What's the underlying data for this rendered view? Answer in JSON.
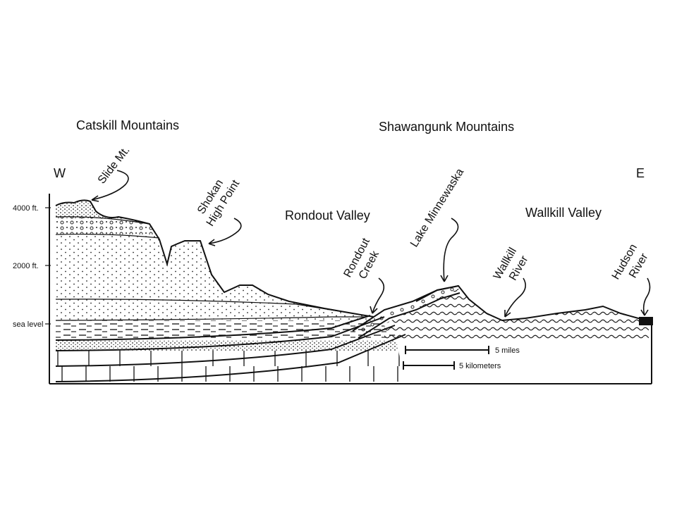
{
  "direction": {
    "west": "W",
    "east": "E"
  },
  "ranges": {
    "catskill": "Catskill Mountains",
    "shawangunk": "Shawangunk Mountains"
  },
  "valleys": {
    "rondout": "Rondout Valley",
    "wallkill": "Wallkill Valley"
  },
  "features": {
    "slide_mt": "Slide Mt.",
    "shokan_line1": "Shokan",
    "shokan_line2": "High Point",
    "rondout_creek_line1": "Rondout",
    "rondout_creek_line2": "Creek",
    "lake_minnewaska": "Lake Minnewaska",
    "wallkill_river_line1": "Wallkill",
    "wallkill_river_line2": "River",
    "hudson_river_line1": "Hudson",
    "hudson_river_line2": "River"
  },
  "elevation_labels": {
    "e4000": "4000 ft.",
    "e2000": "2000 ft.",
    "sea": "sea level"
  },
  "scale": {
    "miles": "5 miles",
    "kilometers": "5 kilometers"
  }
}
